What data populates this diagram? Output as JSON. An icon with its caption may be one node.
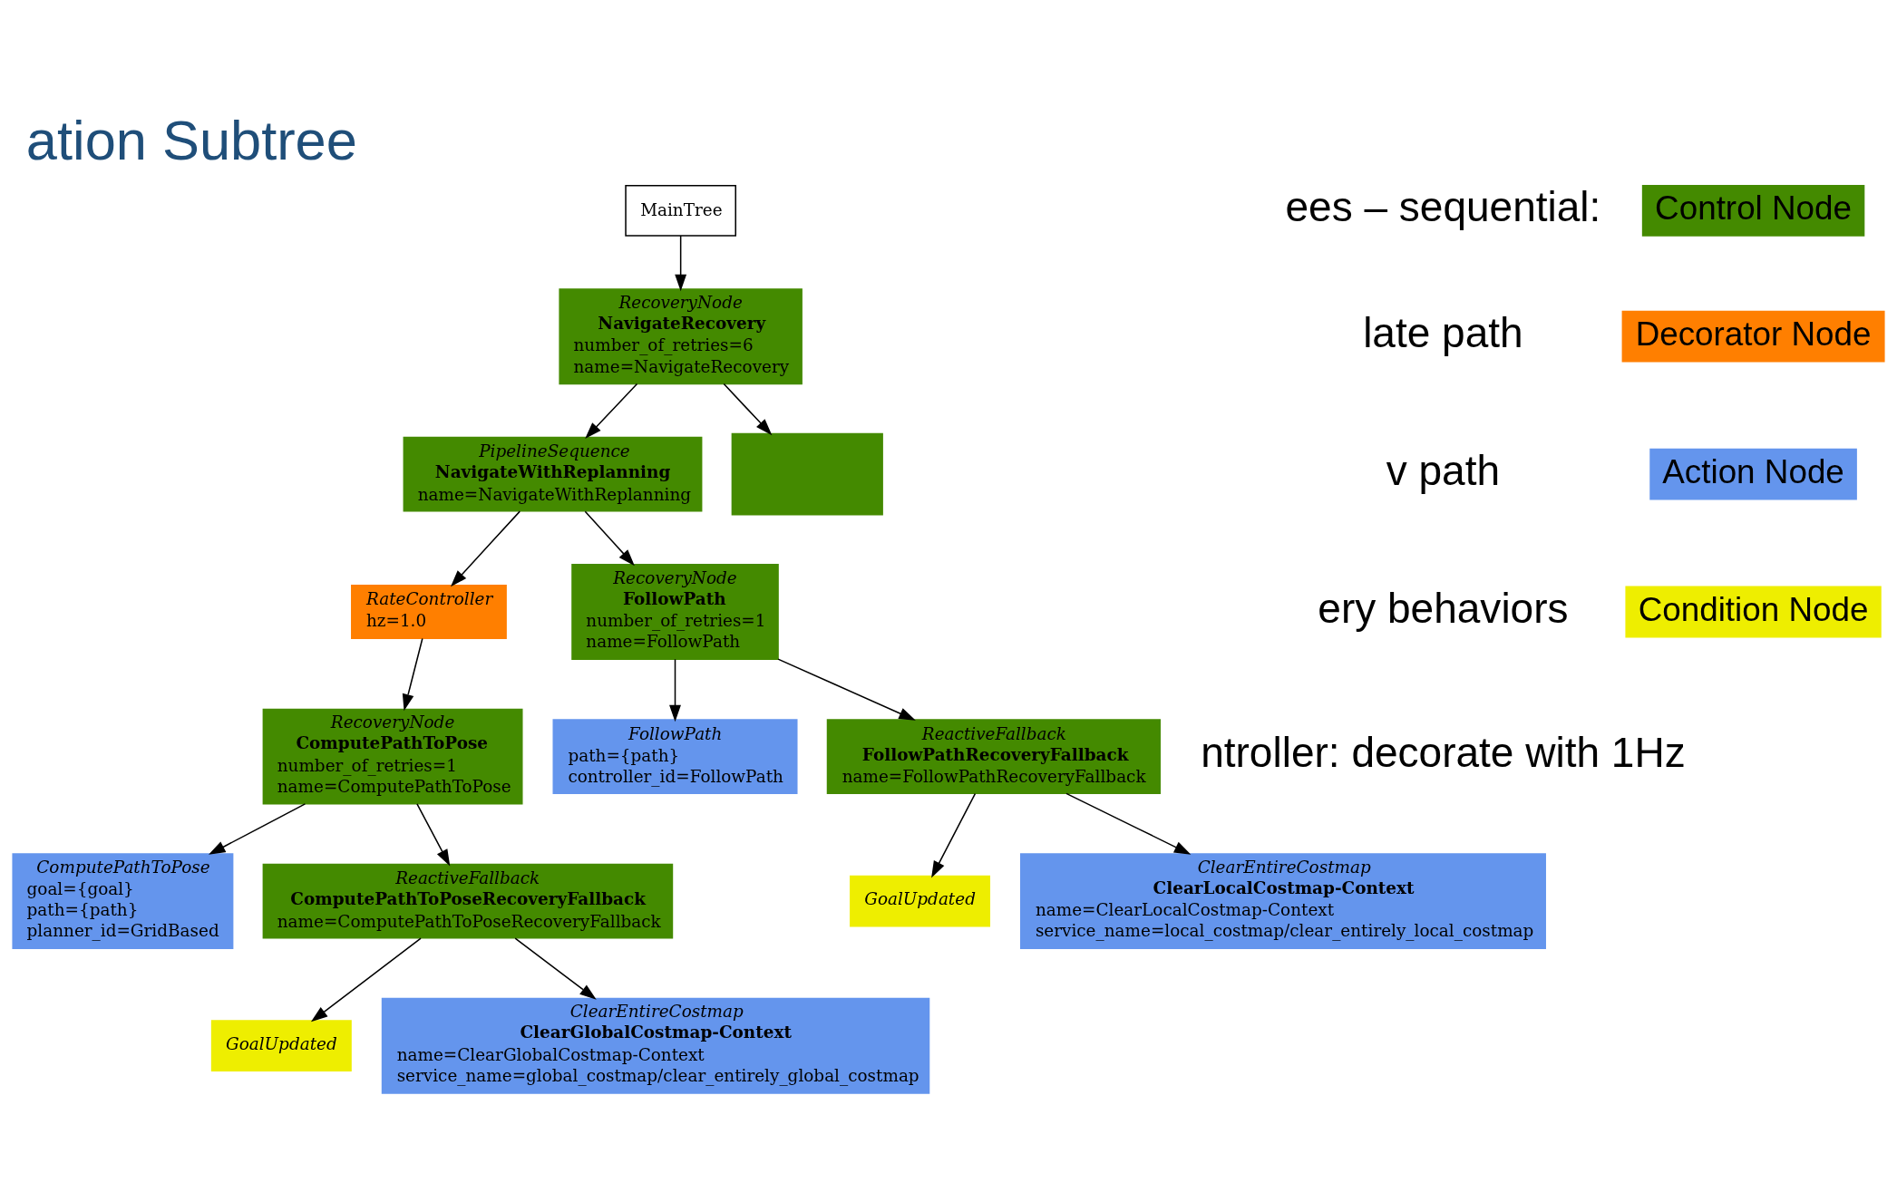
{
  "diagram": {
    "title": "ation Subtree",
    "nodes": [
      {
        "text": [
          "MainTree"
        ]
      },
      {
        "text": [
          "RecoveryNode",
          "NavigateRecovery",
          "number_of_retries=6",
          "name=NavigateRecovery"
        ]
      },
      {
        "text": [
          "PipelineSequence",
          "NavigateWithReplanning",
          "name=NavigateWithReplanning"
        ]
      },
      {
        "text": [],
        "shape": "box"
      },
      {
        "text": [
          "RateController",
          "hz=1.0"
        ]
      },
      {
        "text": [
          "RecoveryNode",
          "FollowPath",
          "number_of_retries=1",
          "name=FollowPath"
        ]
      },
      {
        "text": [
          "RecoveryNode",
          "ComputePathToPose",
          "number_of_retries=1",
          "name=ComputePathToPose"
        ]
      },
      {
        "text": [
          "FollowPath",
          "path={path}",
          "controller_id=FollowPath"
        ]
      },
      {
        "text": [
          "ReactiveFallback",
          "FollowPathRecoveryFallback",
          "name=FollowPathRecoveryFallback"
        ]
      },
      {
        "text": [
          "ComputePathToPose",
          "goal={goal}",
          "path={path}",
          "planner_id=GridBased"
        ]
      },
      {
        "text": [
          "ReactiveFallback",
          "ComputePathToPoseRecoveryFallback",
          "name=ComputePathToPoseRecoveryFallback"
        ]
      },
      {
        "text": [
          "GoalUpdated"
        ]
      },
      {
        "text": [
          "ClearEntireCostmap",
          "ClearLocalCostmap-Context",
          "name=ClearLocalCostmap-Context",
          "service_name=local_costmap/clear_entirely_local_costmap"
        ]
      },
      {
        "text": [
          "GoalUpdated"
        ]
      },
      {
        "text": [
          "ClearEntireCostmap",
          "ClearGlobalCostmap-Context",
          "name=ClearGlobalCostmap-Context",
          "service_name=global_costmap/clear_entirely_global_costmap"
        ]
      }
    ],
    "edges": [
      {
        "from": 0,
        "to": 1,
        "arrow": "to"
      },
      {
        "from": 1,
        "to": 2,
        "arrow": "to"
      },
      {
        "from": 1,
        "to": 3,
        "arrow": "to"
      },
      {
        "from": 2,
        "to": 4,
        "arrow": "to"
      },
      {
        "from": 2,
        "to": 5,
        "arrow": "to"
      },
      {
        "from": 4,
        "to": 6,
        "arrow": "to"
      },
      {
        "from": 5,
        "to": 7,
        "arrow": "to"
      },
      {
        "from": 5,
        "to": 8,
        "arrow": "to"
      },
      {
        "from": 6,
        "to": 9,
        "arrow": "to"
      },
      {
        "from": 6,
        "to": 10,
        "arrow": "to"
      },
      {
        "from": 8,
        "to": 11,
        "arrow": "to"
      },
      {
        "from": 8,
        "to": 12,
        "arrow": "to"
      },
      {
        "from": 10,
        "to": 13,
        "arrow": "to"
      },
      {
        "from": 10,
        "to": 14,
        "arrow": "to"
      }
    ],
    "labels": [
      "ees – sequential:",
      "late path",
      "v path",
      "ery behaviors",
      "ntroller: decorate with 1Hz"
    ],
    "legend": [
      {
        "text": "Control Node",
        "color": "#448a00"
      },
      {
        "text": "Decorator Node",
        "color": "#ff7f00"
      },
      {
        "text": "Action Node",
        "color": "#6495ed"
      },
      {
        "text": "Condition Node",
        "color": "#eeee00"
      }
    ]
  }
}
